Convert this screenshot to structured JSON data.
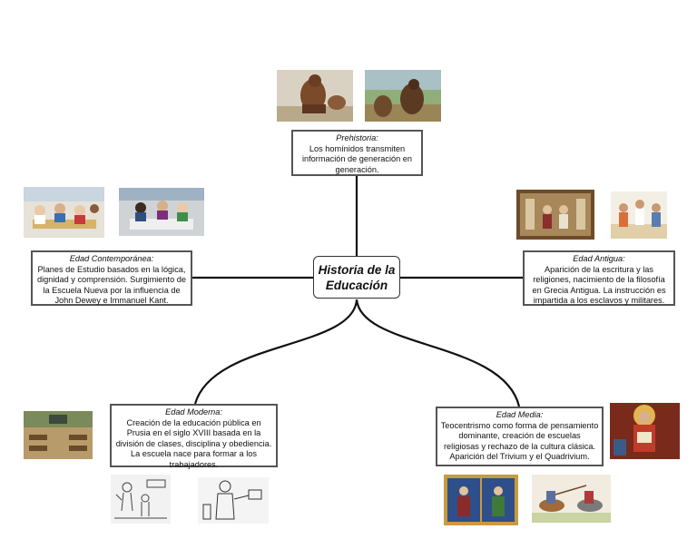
{
  "center": {
    "title": "Historia de la Educación"
  },
  "nodes": {
    "prehistoria": {
      "title": "Prehistoria:",
      "text": "Los homínidos transmiten información de generación en generación."
    },
    "antigua": {
      "title": "Edad Antigua:",
      "text": "Aparición de la escritura y las religiones, nacimiento de la filosofía en Grecia Antigua. La instrucción es impartida a los esclavos y militares."
    },
    "contemporanea": {
      "title": "Edad Contemporánea:",
      "text": "Planes de Estudio basados en la lógica, dignidad y comprensión. Surgimiento de la Escuela Nueva por la influencia de John Dewey e Immanuel Kant."
    },
    "moderna": {
      "title": "Edad Moderna:",
      "text": "Creación de la educación pública en Prusia en el siglo XVIII basada en la división de clases, disciplina y obediencia. La escuela nace para formar a los trabajadores."
    },
    "media": {
      "title": "Edad Media:",
      "text": "Teocentrismo como forma de pensamiento dominante, creación de escuelas religiosas y rechazo de la cultura clásica. Aparición del Trivium y el Quadrivium."
    }
  },
  "images": [
    {
      "name": "hominid-photo-1",
      "period": "prehistoria"
    },
    {
      "name": "hominid-photo-2",
      "period": "prehistoria"
    },
    {
      "name": "classroom-photo-1",
      "period": "contemporanea"
    },
    {
      "name": "classroom-photo-2",
      "period": "contemporanea"
    },
    {
      "name": "greek-fresco-photo",
      "period": "antigua"
    },
    {
      "name": "ancient-school-illustration",
      "period": "antigua"
    },
    {
      "name": "old-classroom-photo",
      "period": "moderna"
    },
    {
      "name": "schoolmaster-engraving-1",
      "period": "moderna"
    },
    {
      "name": "schoolmaster-engraving-2",
      "period": "moderna"
    },
    {
      "name": "religious-painting",
      "period": "media"
    },
    {
      "name": "medieval-manuscript-illustration",
      "period": "media"
    },
    {
      "name": "knights-illustration",
      "period": "media"
    }
  ],
  "colors": {
    "line": "#111111",
    "box_border": "#555555"
  }
}
